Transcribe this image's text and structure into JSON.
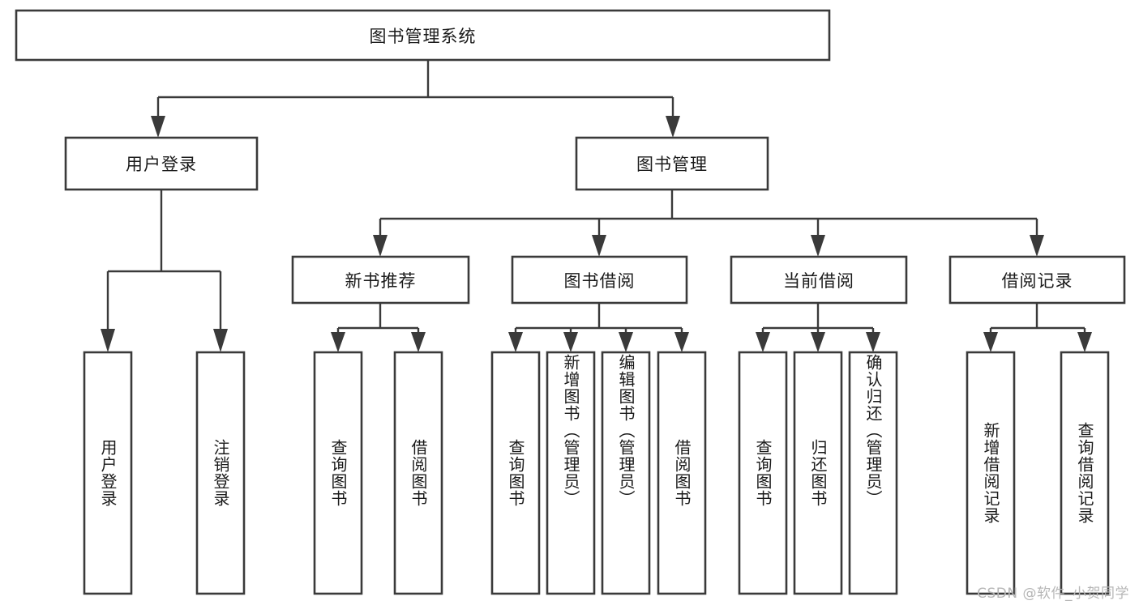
{
  "diagram": {
    "type": "tree",
    "title": "图书管理系统",
    "watermark": "CSDN @软件_小贺同学",
    "colors": {
      "stroke": "#3a3a3a",
      "fill": "#ffffff",
      "text": "#1a1a1a",
      "watermark": "#b6b6b6",
      "background": "#ffffff"
    },
    "nodes": {
      "root": "图书管理系统",
      "level2": [
        "用户登录",
        "图书管理"
      ],
      "level3": [
        "新书推荐",
        "图书借阅",
        "当前借阅",
        "借阅记录"
      ],
      "leaves": {
        "user_login": [
          "用户登录",
          "注销登录"
        ],
        "new_book": [
          "查询图书",
          "借阅图书"
        ],
        "book_borrow": [
          "查询图书",
          "新增图书（管理员）",
          "编辑图书（管理员）",
          "借阅图书"
        ],
        "current_borrow": [
          "查询图书",
          "归还图书",
          "确认归还（管理员）"
        ],
        "borrow_record": [
          "新增借阅记录",
          "查询借阅记录"
        ]
      }
    }
  }
}
